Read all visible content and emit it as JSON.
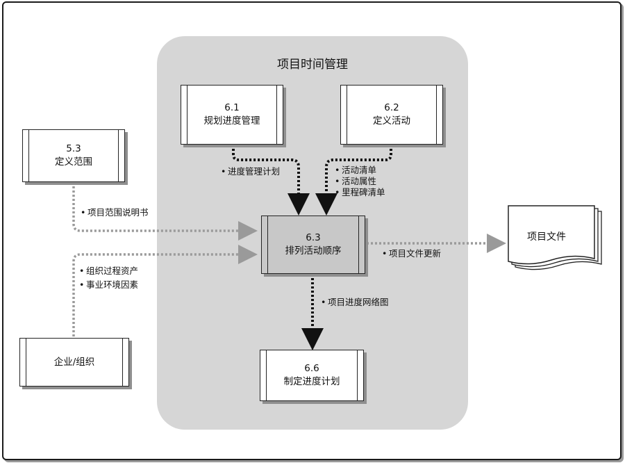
{
  "group": {
    "title": "项目时间管理"
  },
  "processes": {
    "p61": {
      "num": "6.1",
      "name": "规划进度管理"
    },
    "p62": {
      "num": "6.2",
      "name": "定义活动"
    },
    "p53": {
      "num": "5.3",
      "name": "定义范围"
    },
    "p63": {
      "num": "6.3",
      "name": "排列活动顺序"
    },
    "p66": {
      "num": "6.6",
      "name": "制定进度计划"
    },
    "org": {
      "name": "企业/组织"
    }
  },
  "document": {
    "name": "项目文件"
  },
  "flows": {
    "f61": [
      "进度管理计划"
    ],
    "f62": [
      "活动清单",
      "活动属性",
      "里程碑清单"
    ],
    "f53": [
      "项目范围说明书"
    ],
    "forg": [
      "组织过程资产",
      "事业环境因素"
    ],
    "fout": [
      "项目文件更新"
    ],
    "f66": [
      "项目进度网络图"
    ]
  },
  "colors": {
    "group_bg": "#d6d6d6",
    "current_process": "#c8c8c8",
    "input_arrow": "#9a9a9a",
    "main_arrow": "#111111"
  }
}
